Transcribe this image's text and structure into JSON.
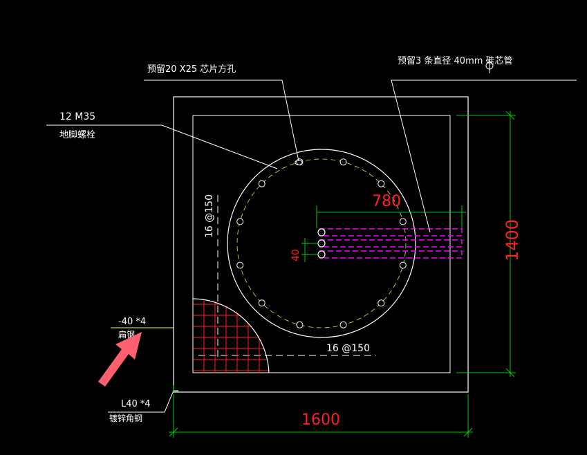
{
  "labels": {
    "square_hole": "预留20 X25 芯片方孔",
    "pipes": "预留3 条直径    40mm 硅芯管",
    "bolts_count": "12 M35",
    "bolts_name": "地脚螺栓",
    "flat_steel_spec": "-40 *4",
    "flat_steel_name": "扁钢",
    "angle_steel_spec": "L40 *4",
    "angle_steel_name": "镀锌角钢",
    "rebar_vertical": "16 @150",
    "rebar_horizontal": "16 @150"
  },
  "dimensions": {
    "width": "1600",
    "height": "1400",
    "pipe_length": "780",
    "pipe_spacing": "40"
  },
  "colors": {
    "background": "#000000",
    "lines": "#ffffff",
    "dimension_lines": "#00cc00",
    "dimension_text": "#ff2020",
    "pipes": "#ff00ff",
    "bolt_circle_dash": "#e6e650",
    "flat_steel_leader": "#ffff40",
    "hatch": "#ff2020",
    "arrow": "#ff6070"
  }
}
